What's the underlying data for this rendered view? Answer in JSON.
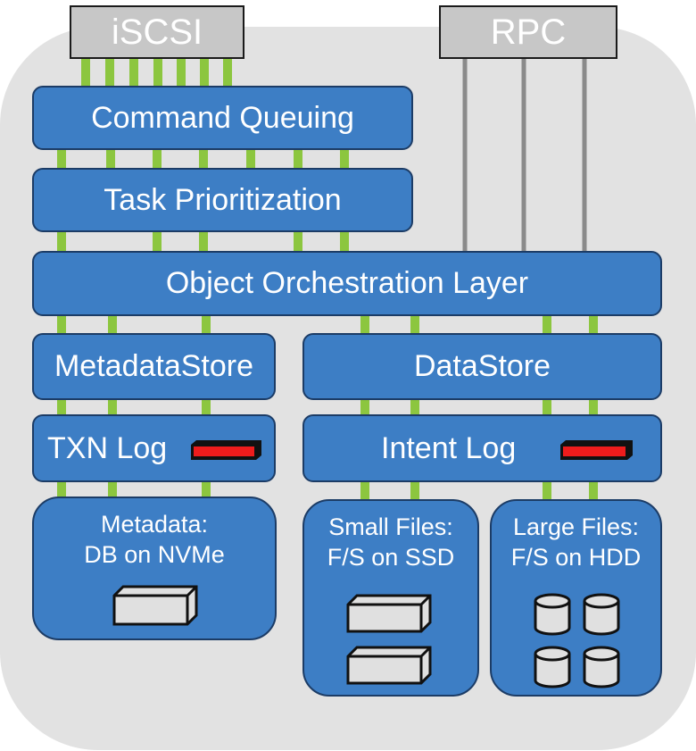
{
  "ports": {
    "iscsi": "iSCSI",
    "rpc": "RPC"
  },
  "layers": {
    "command_queuing": "Command Queuing",
    "task_prioritization": "Task Prioritization",
    "object_orchestration": "Object Orchestration Layer",
    "metadata_store": "MetadataStore",
    "data_store": "DataStore",
    "txn_log": "TXN Log",
    "intent_log": "Intent Log"
  },
  "stores": {
    "metadata": {
      "line1": "Metadata:",
      "line2": "DB on NVMe"
    },
    "small_files": {
      "line1": "Small Files:",
      "line2": "F/S on SSD"
    },
    "large_files": {
      "line1": "Large Files:",
      "line2": "F/S on HDD"
    }
  },
  "icons": {
    "nvme": "nvme-drive-icon",
    "ssd": "ssd-drive-icon",
    "hdd": "hdd-cylinder-icon",
    "log_buffer": "log-buffer-icon"
  },
  "colors": {
    "layer_fill": "#3d7ec5",
    "layer_border": "#1c3c66",
    "connector_green": "#8cc63f",
    "rpc_line": "#8a8a8a",
    "port_fill": "#c7c7c7",
    "log_red": "#ee1c1c",
    "background": "#e2e2e2"
  }
}
